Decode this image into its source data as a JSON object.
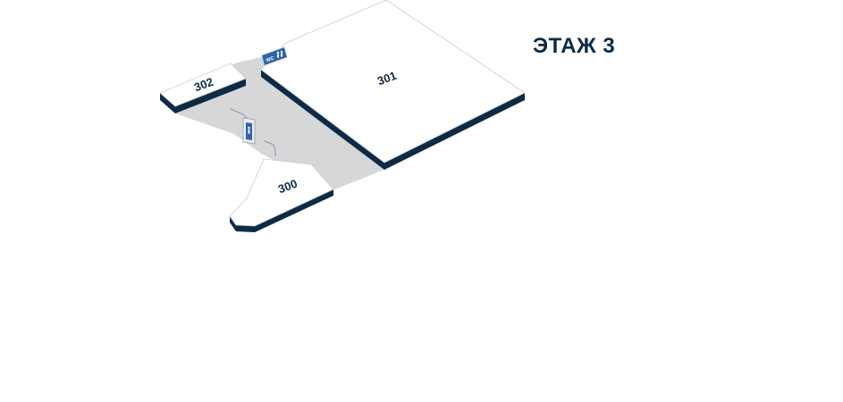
{
  "floor": {
    "title": "ЭТАЖ 3"
  },
  "rooms": [
    {
      "id": "301",
      "label": "301"
    },
    {
      "id": "302",
      "label": "302"
    },
    {
      "id": "300",
      "label": "300"
    }
  ],
  "icons": {
    "wc_label": "WC",
    "wc_icon": "restroom-icon",
    "elevator_icon": "elevator-icon"
  },
  "colors": {
    "title": "#0d2a45",
    "wall_side": "#0e2a44",
    "corridor": "#d6d7d9",
    "room_top": "#ffffff",
    "wc_badge": "#2f64a8"
  }
}
